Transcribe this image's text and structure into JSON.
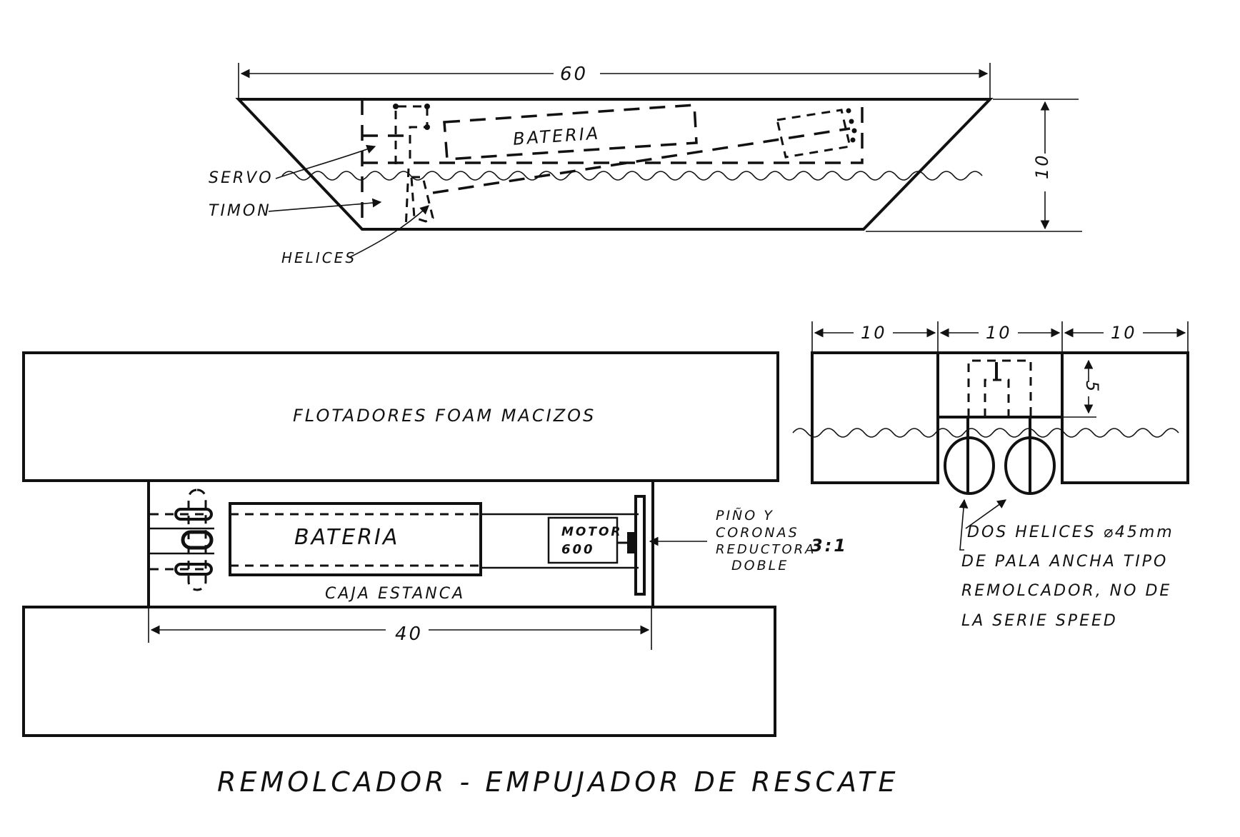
{
  "title": "REMOLCADOR - EMPUJADOR DE RESCATE",
  "side_view": {
    "length_dim": "60",
    "height_dim": "10",
    "battery_label": "BATERIA",
    "labels": {
      "servo": "SERVO",
      "timon": "TIMON",
      "helices": "HELICES"
    }
  },
  "plan_view": {
    "floats_label": "FLOTADORES FOAM MACIZOS",
    "battery_label": "BATERIA",
    "motor_label_line1": "MOTOR",
    "motor_label_line2": "600",
    "box_label": "CAJA ESTANCA",
    "length_dim": "40",
    "gear_note": {
      "line1": "PIÑO Y",
      "line2": "CORONAS",
      "line3": "REDUCTORA",
      "line4": "DOBLE",
      "ratio": "3:1"
    }
  },
  "front_view": {
    "width_dims": [
      "10",
      "10",
      "10"
    ],
    "depth_dim": "5",
    "propeller_note": {
      "line1": "DOS HELICES ⌀45mm",
      "line2": "DE PALA ANCHA TIPO",
      "line3": "REMOLCADOR, NO DE",
      "line4": "LA SERIE SPEED"
    }
  }
}
